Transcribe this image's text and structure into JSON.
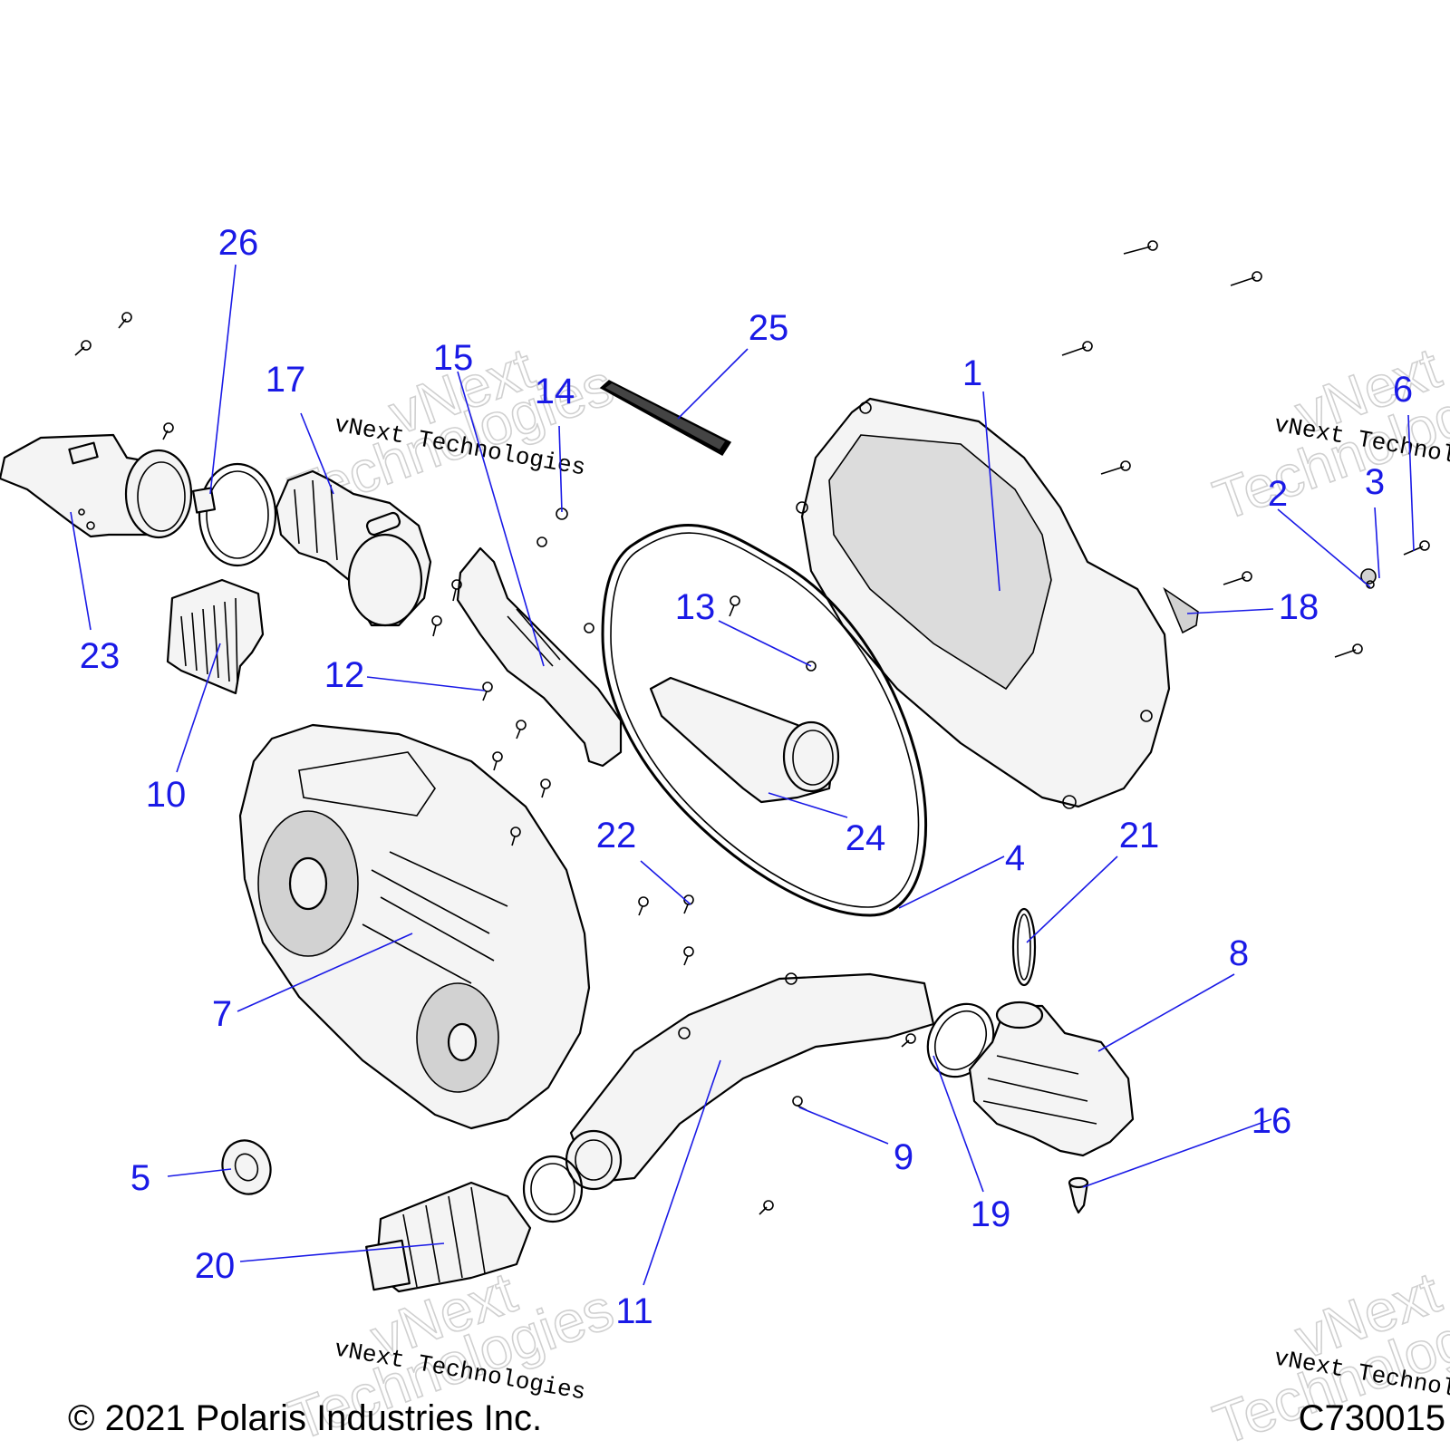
{
  "watermark": "vNext Technologies",
  "watermark_lines": [
    "vNext",
    "Technologies"
  ],
  "copyright": "© 2021 Polaris Industries Inc.",
  "figure_id": "C730015",
  "callouts": [
    "1",
    "2",
    "3",
    "4",
    "5",
    "6",
    "7",
    "8",
    "9",
    "10",
    "11",
    "12",
    "13",
    "14",
    "15",
    "16",
    "17",
    "18",
    "19",
    "20",
    "21",
    "22",
    "23",
    "24",
    "25",
    "26"
  ],
  "colors": {
    "callout": "#1a1ae6",
    "line": "#000000",
    "shade": "#d2d2d2",
    "watermark": "#d0d0d0"
  }
}
